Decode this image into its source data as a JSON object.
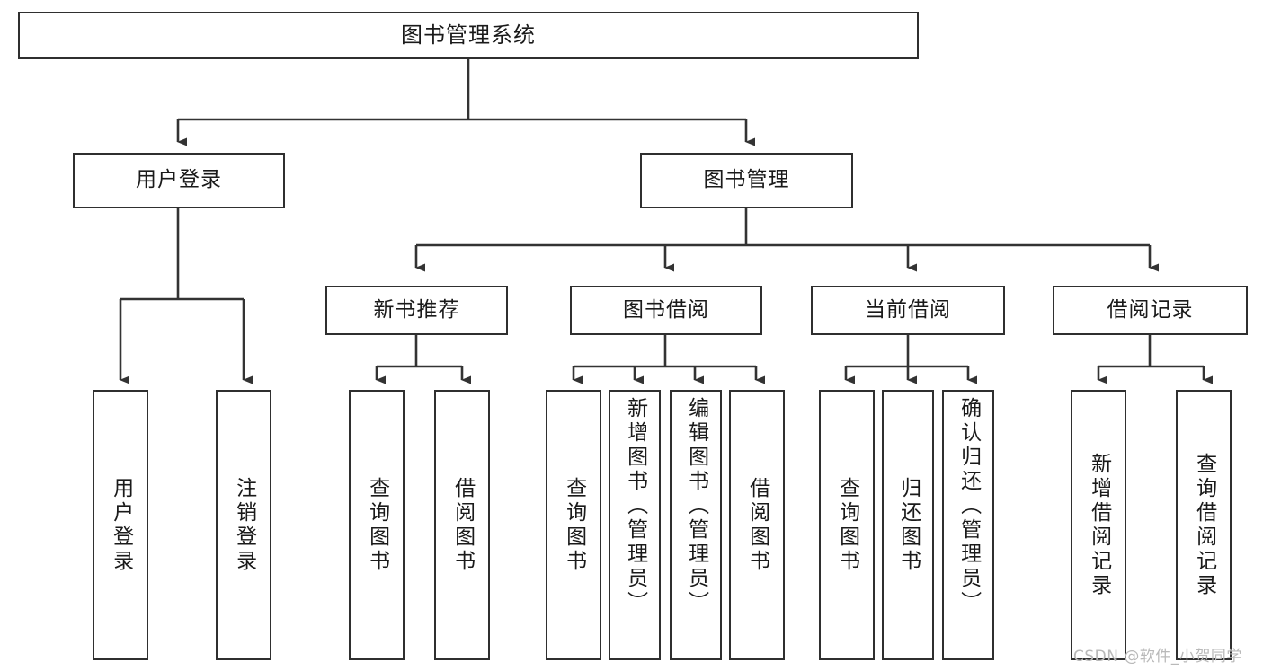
{
  "diagram": {
    "type": "tree-hierarchy",
    "title": "图书管理系统",
    "orientation": "top-down",
    "colors": {
      "box_border": "#2f2f2f",
      "box_fill": "#ffffff",
      "line": "#333333",
      "text": "#1a1a1a",
      "watermark": "#b9b9b9",
      "background": "#ffffff"
    },
    "root": {
      "label": "图书管理系统"
    },
    "level2": [
      {
        "id": "user-login",
        "label": "用户登录"
      },
      {
        "id": "book-manage",
        "label": "图书管理"
      }
    ],
    "level3": [
      {
        "id": "new-book-recommend",
        "label": "新书推荐"
      },
      {
        "id": "book-borrow",
        "label": "图书借阅"
      },
      {
        "id": "current-borrow",
        "label": "当前借阅"
      },
      {
        "id": "borrow-record",
        "label": "借阅记录"
      }
    ],
    "leaves": [
      {
        "id": "leaf-user-login",
        "parent": "user-login",
        "label": "用户登录"
      },
      {
        "id": "leaf-logout",
        "parent": "user-login",
        "label": "注销登录"
      },
      {
        "id": "leaf-query-book-1",
        "parent": "new-book-recommend",
        "label": "查询图书"
      },
      {
        "id": "leaf-borrow-book-1",
        "parent": "new-book-recommend",
        "label": "借阅图书"
      },
      {
        "id": "leaf-query-book-2",
        "parent": "book-borrow",
        "label": "查询图书"
      },
      {
        "id": "leaf-add-book",
        "parent": "book-borrow",
        "label": "新增图书（管理员）"
      },
      {
        "id": "leaf-edit-book",
        "parent": "book-borrow",
        "label": "编辑图书（管理员）"
      },
      {
        "id": "leaf-borrow-book-2",
        "parent": "book-borrow",
        "label": "借阅图书"
      },
      {
        "id": "leaf-query-book-3",
        "parent": "current-borrow",
        "label": "查询图书"
      },
      {
        "id": "leaf-return-book",
        "parent": "current-borrow",
        "label": "归还图书"
      },
      {
        "id": "leaf-confirm-return",
        "parent": "current-borrow",
        "label": "确认归还（管理员）"
      },
      {
        "id": "leaf-add-record",
        "parent": "borrow-record",
        "label": "新增借阅记录"
      },
      {
        "id": "leaf-query-record",
        "parent": "borrow-record",
        "label": "查询借阅记录"
      }
    ]
  },
  "watermark": {
    "text": "CSDN @软件_小贺同学"
  }
}
